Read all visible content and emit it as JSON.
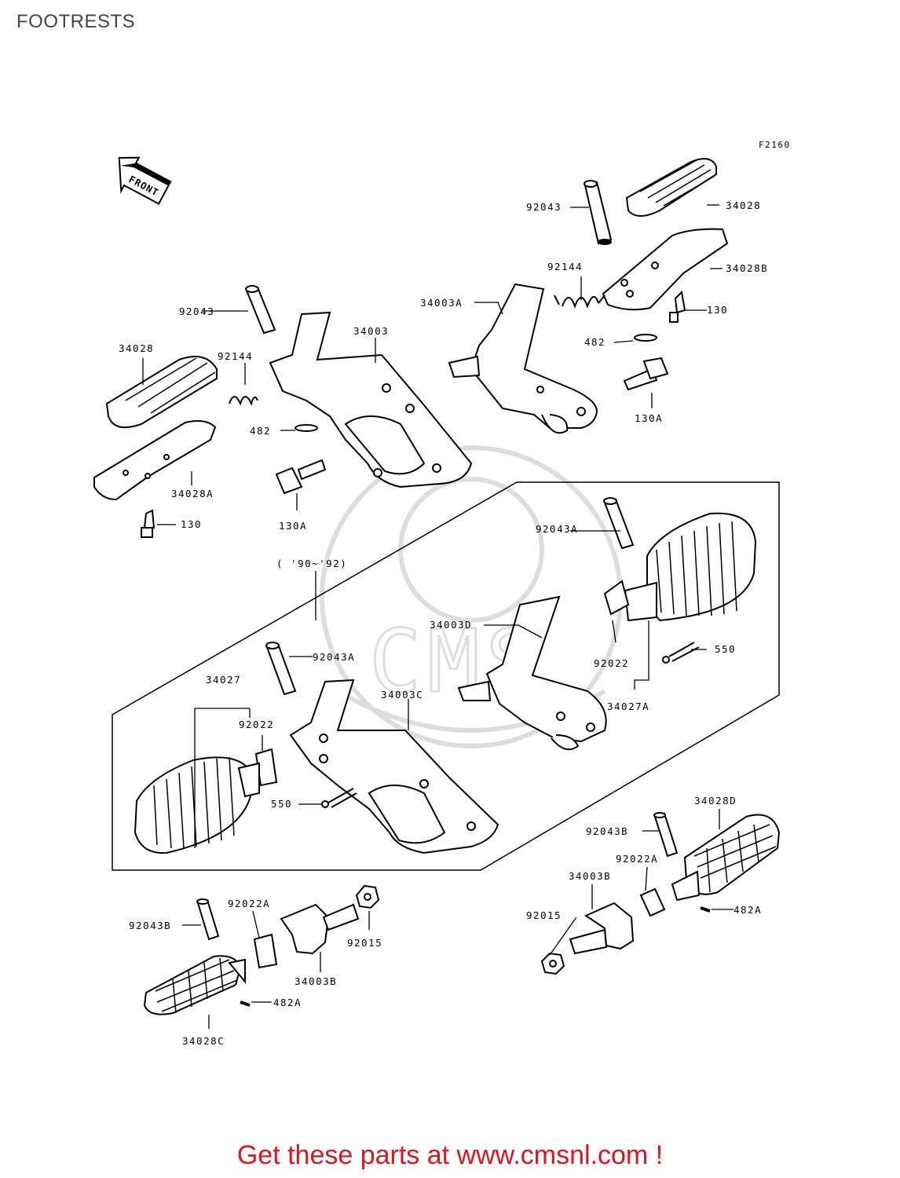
{
  "page": {
    "title": "FOOTRESTS"
  },
  "diagram": {
    "ref_code": "F2160",
    "direction_label": "FRONT",
    "year_range_label": "( '90~'92)",
    "labels": {
      "p92043_top": "92043",
      "p34028_top": "34028",
      "p92144_top": "92144",
      "p34028B": "34028B",
      "p34003A": "34003A",
      "p130_top": "130",
      "p482_top": "482",
      "p130A_top": "130A",
      "p92043_left": "92043",
      "p34003": "34003",
      "p34028_left": "34028",
      "p92144_left": "92144",
      "p482_left": "482",
      "p34028A": "34028A",
      "p130_left": "130",
      "p130A_left": "130A",
      "p92043A_right": "92043A",
      "p34003D": "34003D",
      "p92022_right": "92022",
      "p550_right": "550",
      "p34027A": "34027A",
      "p92043A_mid": "92043A",
      "p34027": "34027",
      "p92022_left": "92022",
      "p34003C": "34003C",
      "p550_left": "550",
      "p34028D": "34028D",
      "p92043B_right": "92043B",
      "p92022A_right": "92022A",
      "p34003B_right": "34003B",
      "p92015_right": "92015",
      "p482A_right": "482A",
      "p92043B_left": "92043B",
      "p92022A_left": "92022A",
      "p92015_left": "92015",
      "p34003B_left": "34003B",
      "p482A_left": "482A",
      "p34028C": "34028C"
    }
  },
  "footer": {
    "cta_text": "Get these parts at www.cmsnl.com !"
  },
  "colors": {
    "cta": "#e0141e",
    "title": "#444444",
    "lines": "#000000"
  }
}
